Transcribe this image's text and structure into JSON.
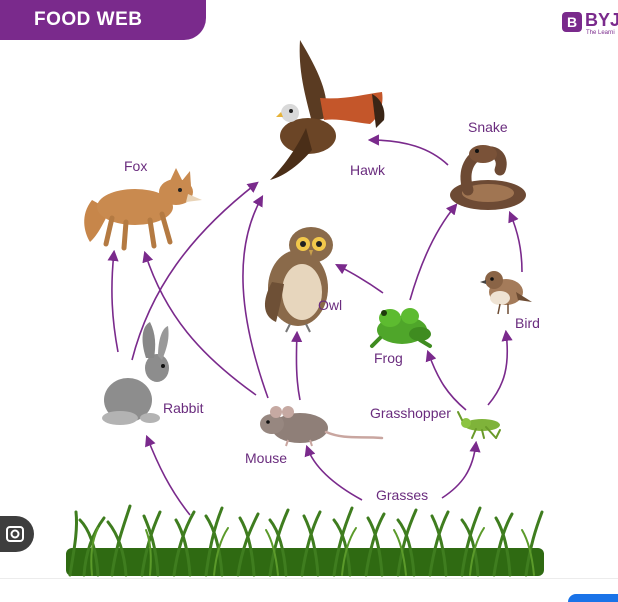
{
  "header": {
    "title": "FOOD WEB"
  },
  "logo": {
    "mark": "B",
    "word": "BYJU",
    "tagline": "The Learni"
  },
  "labels": {
    "hawk": "Hawk",
    "snake": "Snake",
    "fox": "Fox",
    "owl": "Owl",
    "bird": "Bird",
    "frog": "Frog",
    "rabbit": "Rabbit",
    "grasshopper": "Grasshopper",
    "mouse": "Mouse",
    "grasses": "Grasses"
  },
  "colors": {
    "brand": "#7a2a8c",
    "arrow": "#7a2a8c",
    "label": "#6a2c7e",
    "grass": "#3f7d1f"
  },
  "icons": {
    "lens": "lens-search-icon"
  }
}
